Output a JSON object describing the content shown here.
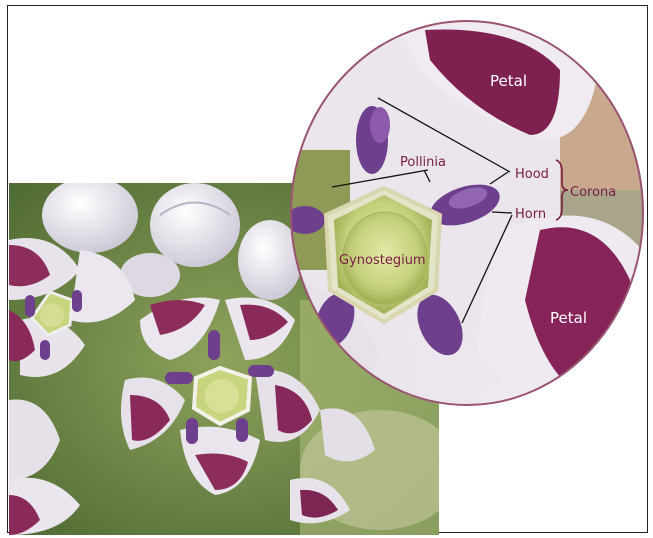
{
  "figure": {
    "labels": {
      "petal_top": "Petal",
      "petal_bottom": "Petal",
      "pollinia": "Pollinia",
      "hood": "Hood",
      "horn": "Horn",
      "corona": "Corona",
      "gynostegium": "Gynostegium"
    },
    "colors": {
      "label_dark": "#7a1c45",
      "label_light": "#ffffff",
      "petal_white": "#ece7ee",
      "petal_purple": "#8a2a5a",
      "corona_purple": "#6e3f8c",
      "gynostegium_green": "#c9d47e",
      "leaf_green": "#6f8a45",
      "circle_border": "#9a5470"
    }
  }
}
